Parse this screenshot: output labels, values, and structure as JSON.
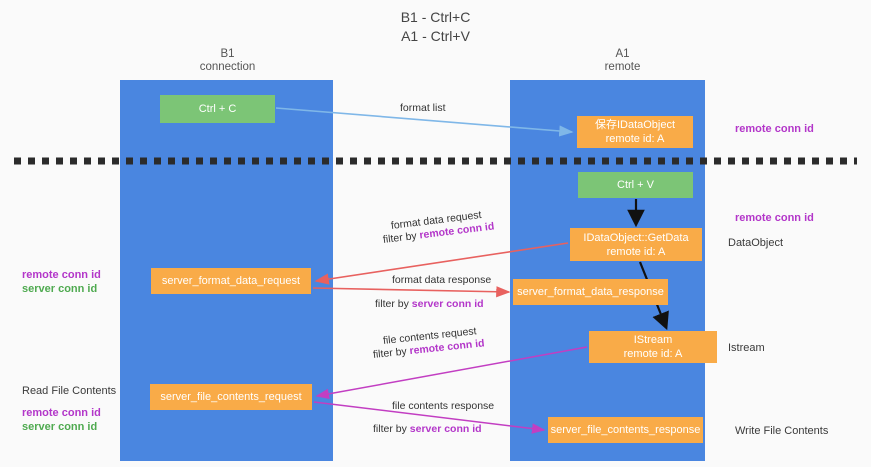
{
  "diagram": {
    "title_line1": "B1 - Ctrl+C",
    "title_line2": "A1 - Ctrl+V"
  },
  "lanes": [
    {
      "id": "b1",
      "name": "B1",
      "subtitle": "connection",
      "color": "#4a86e0"
    },
    {
      "id": "a1",
      "name": "A1",
      "subtitle": "remote",
      "color": "#4a86e0"
    }
  ],
  "colors": {
    "lane_blue": "#4a86e0",
    "node_green": "#7cc576",
    "node_orange": "#f9ab48",
    "purple": "#b336c9",
    "green_text": "#4faa50",
    "arrow_lightblue": "#7fb7e8",
    "arrow_red": "#e8615f",
    "arrow_magenta": "#c23ec2",
    "arrow_black": "#111111",
    "background": "#fafafa"
  },
  "nodes": {
    "ctrl_c": {
      "label": "Ctrl + C",
      "style": "green"
    },
    "save_idataobject": {
      "line1": "保存IDataObject",
      "line2": "remote id: A",
      "style": "orange"
    },
    "ctrl_v": {
      "label": "Ctrl + V",
      "style": "green"
    },
    "getdata": {
      "line1": "IDataObject::GetData",
      "line2": "remote id: A",
      "style": "orange"
    },
    "server_format_data_request": {
      "label": "server_format_data_request",
      "style": "orange"
    },
    "server_format_data_response": {
      "label": "server_format_data_response",
      "style": "orange"
    },
    "istream": {
      "line1": "IStream",
      "line2": "remote id: A",
      "style": "orange"
    },
    "server_file_contents_request": {
      "label": "server_file_contents_request",
      "style": "orange"
    },
    "server_file_contents_response": {
      "label": "server_file_contents_response",
      "style": "orange"
    }
  },
  "edge_labels": {
    "format_list": "format list",
    "format_data_request": "format data request",
    "format_data_request_filter_prefix": "filter by ",
    "format_data_request_filter_key": "remote conn id",
    "format_data_response": "format data response",
    "format_data_response_filter_prefix": "filter by ",
    "format_data_response_filter_key": "server conn id",
    "file_contents_request": "file contents request",
    "file_contents_request_filter_prefix": "filter by ",
    "file_contents_request_filter_key": "remote conn id",
    "file_contents_response": "file contents response",
    "file_contents_response_filter_prefix": "filter by ",
    "file_contents_response_filter_key": "server conn id"
  },
  "annotations": {
    "right_remote_conn_id_1": "remote conn id",
    "right_remote_conn_id_2": "remote conn id",
    "dataobject": "DataObject",
    "istream": "Istream",
    "write_file_contents": "Write File Contents",
    "left_remote_conn_id_1": "remote conn id",
    "left_server_conn_id_1": "server conn id",
    "read_file_contents": "Read File Contents",
    "left_remote_conn_id_2": "remote conn id",
    "left_server_conn_id_2": "server conn id"
  }
}
